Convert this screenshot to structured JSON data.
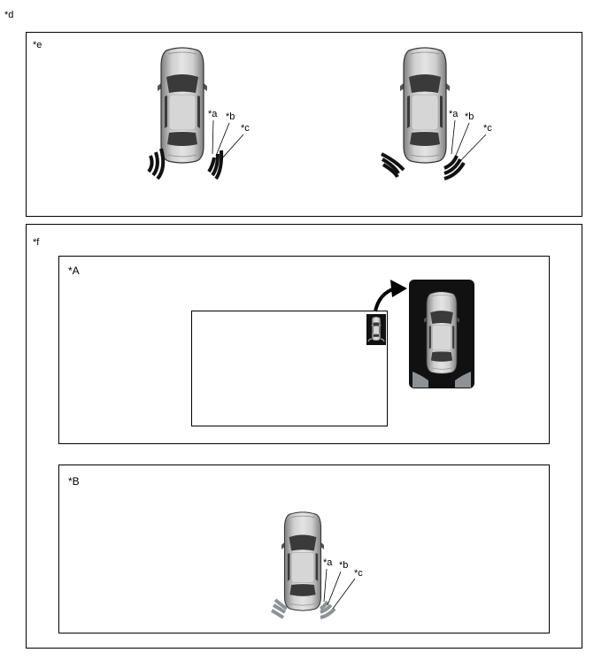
{
  "labels": {
    "d": "*d",
    "e": "*e",
    "f": "*f",
    "A": "*A",
    "B": "*B",
    "a": "*a",
    "b": "*b",
    "c": "*c"
  },
  "icons": {
    "car": "car-top-view-icon",
    "sensor": "sensor-wave-icon",
    "arrow": "curved-arrow-icon"
  },
  "colors": {
    "sensor_active": "#111111",
    "sensor_inactive": "#8c9296",
    "display_bg": "#111111",
    "car_body": "#a9a9a9"
  }
}
